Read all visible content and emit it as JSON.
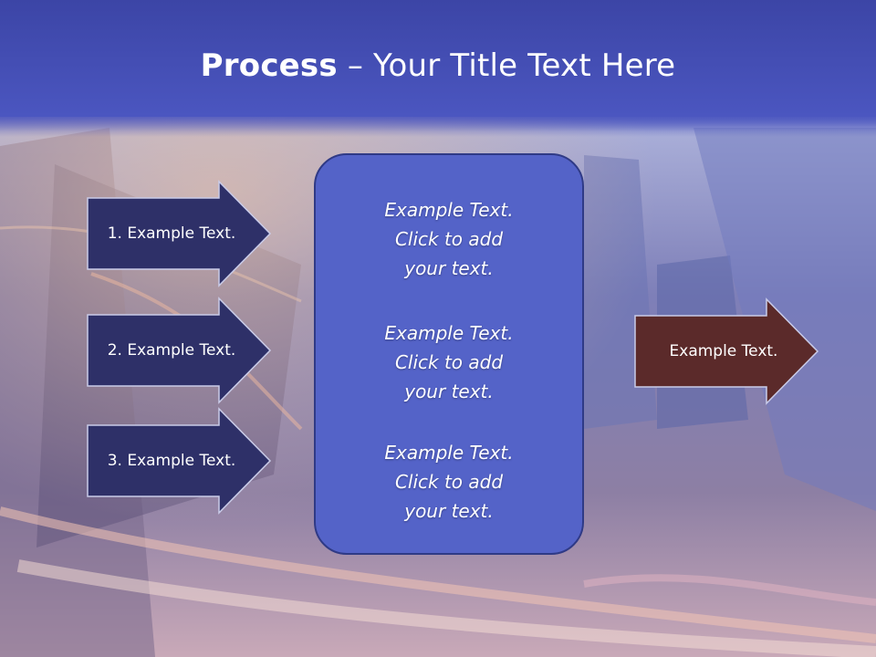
{
  "slide": {
    "title_bold": "Process",
    "title_separator": " – ",
    "title_rest": "Your Title Text Here",
    "left_steps": [
      "1. Example Text.",
      "2. Example Text.",
      "3. Example Text."
    ],
    "center_blocks": [
      {
        "line1": "Example Text.",
        "line2": "Click  to add",
        "line3": "your text."
      },
      {
        "line1": "Example Text.",
        "line2": "Click  to add",
        "line3": "your text."
      },
      {
        "line1": "Example Text.",
        "line2": "Click  to add",
        "line3": "your text."
      }
    ],
    "result_label": "Example Text."
  },
  "colors": {
    "header_blue": "#4a52b8",
    "left_arrow_fill": "#2e3068",
    "center_box_fill": "#5463c8",
    "result_arrow_fill": "#5b2a2a"
  }
}
